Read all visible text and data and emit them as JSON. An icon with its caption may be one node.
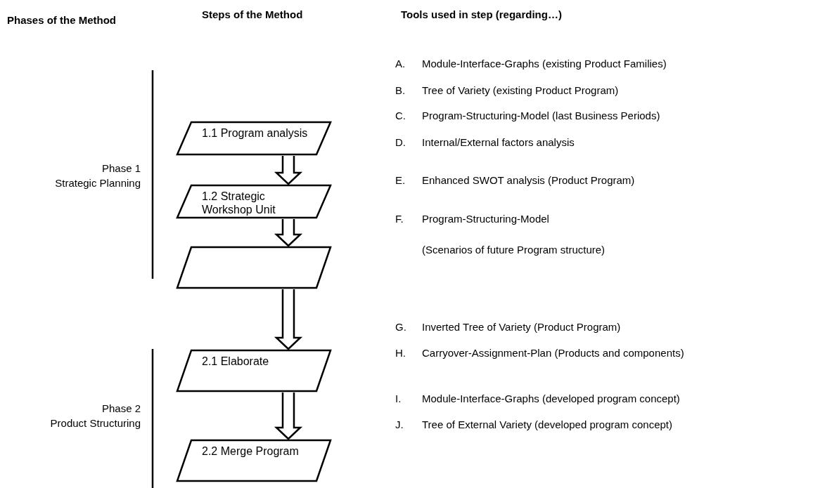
{
  "diagram": {
    "nodes": [
      {
        "text": [
          "1.1 Program analysis"
        ]
      },
      {
        "text": [
          "1.2 Strategic Workshop Unit"
        ]
      },
      {
        "text": [],
        "shape": "parallelogram"
      },
      {
        "text": [
          "2.1 Elaborate"
        ]
      },
      {
        "text": [
          "2.2 Merge Program"
        ]
      }
    ],
    "edges": [
      {
        "from": 0,
        "to": 1,
        "arrow": "to"
      },
      {
        "from": 1,
        "to": 2,
        "arrow": "to"
      },
      {
        "from": 2,
        "to": 3,
        "arrow": "to"
      },
      {
        "from": 3,
        "to": 4,
        "arrow": "to"
      }
    ],
    "labels": [
      "Phases of the Method",
      "Steps of the Method",
      "Tools used in step (regarding…)",
      "Phase 1",
      "Strategic Planning",
      "Phase 2",
      "Product Structuring",
      "A.",
      "Module-Interface-Graphs (existing Product Families)",
      "B.",
      "Tree of Variety (existing Product Program)",
      "C.",
      "Program-Structuring-Model (last Business Periods)",
      "D.",
      "Internal/External factors analysis",
      "E.",
      "Enhanced SWOT analysis (Product Program)",
      "F.",
      "Program-Structuring-Model",
      "(Scenarios of future Program structure)",
      "G.",
      "Inverted Tree of Variety (Product Program)",
      "H.",
      "Carryover-Assignment-Plan (Products and components)",
      "I.",
      "Module-Interface-Graphs (developed program concept)",
      "J.",
      "Tree of External Variety (developed program concept)"
    ]
  }
}
